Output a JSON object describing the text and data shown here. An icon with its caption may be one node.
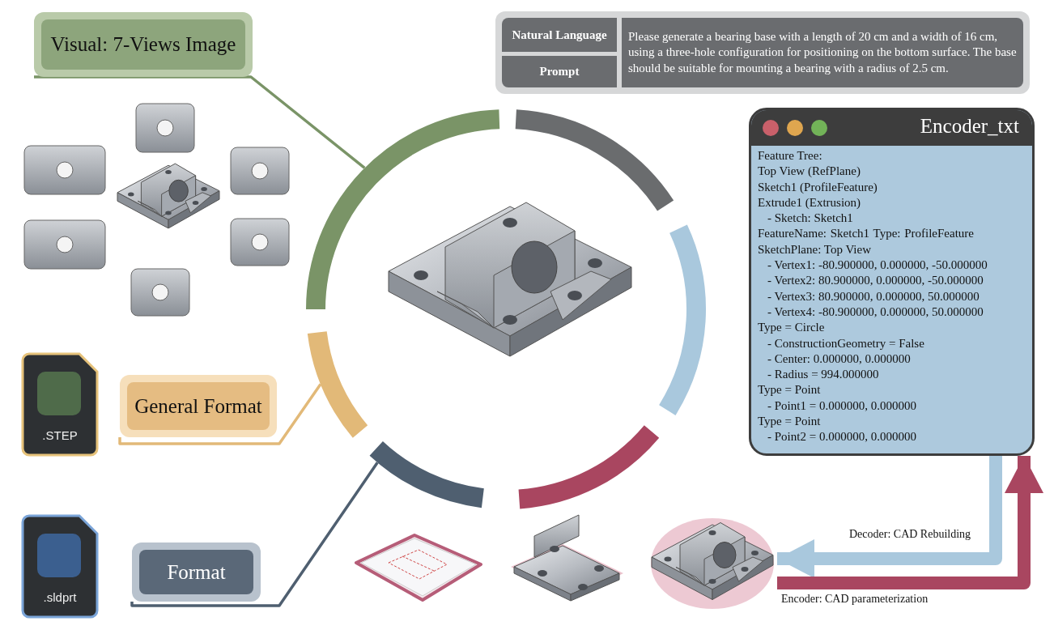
{
  "diagram": {
    "nodes": [
      {
        "text": [
          "Visual: 7-Views Image"
        ]
      },
      {
        "text": [
          "General Format"
        ]
      },
      {
        "text": [
          "Format"
        ]
      },
      {
        "text": [],
        "shape": "arc"
      },
      {
        "text": [],
        "shape": "arc"
      },
      {
        "text": [],
        "shape": "arc"
      },
      {
        "text": [
          "Natural Language",
          "Prompt",
          "Please generate a bearing base with a length of 20 cm and a width of 16 cm, using a three-hole configuration for positioning on the bottom surface. The base should be suitable for mounting a bearing with a radius of 2.5 cm."
        ]
      },
      {
        "text": [
          "Encoder_txt",
          "Feature Tree:",
          "Top View (RefPlane)",
          "Sketch1 (ProfileFeature)",
          "Extrude1 (Extrusion)",
          "- Sketch: Sketch1",
          "FeatureName: Sketch1 Type: ProfileFeature",
          "SketchPlane: Top View",
          "- Vertex1: -80.900000, 0.000000, -50.000000",
          "- Vertex2: 80.900000, 0.000000, -50.000000",
          "- Vertex3: 80.900000, 0.000000, 50.000000",
          "- Vertex4: -80.900000, 0.000000, 50.000000",
          "Type = Circle",
          "- ConstructionGeometry = False",
          "- Center: 0.000000, 0.000000",
          "- Radius = 994.000000",
          "Type = Point",
          "- Point1 = 0.000000, 0.000000",
          "Type = Point",
          "- Point2 = 0.000000, 0.000000"
        ]
      },
      {
        "text": [],
        "shape": "picture"
      },
      {
        "text": [],
        "shape": "picture"
      },
      {
        "text": [],
        "shape": "picture"
      }
    ],
    "edges": [
      {
        "from": 0,
        "to": 3,
        "arrow": "none",
        "color": "#7a9467"
      },
      {
        "from": 1,
        "to": 4,
        "arrow": "none",
        "color": "#e2b978"
      },
      {
        "from": 2,
        "to": 5,
        "arrow": "none",
        "color": "#4f5f70"
      },
      {
        "from": 7,
        "to": 10,
        "arrow": "to",
        "label": "Decoder: CAD Rebuilding",
        "style": "thick",
        "color": "#a9c8dd"
      },
      {
        "from": 10,
        "to": 7,
        "arrow": "to",
        "label": "Encoder: CAD parameterization",
        "style": "thick",
        "color": "#a94660"
      }
    ],
    "labels": [
      ".STEP",
      ".sldprt"
    ]
  }
}
